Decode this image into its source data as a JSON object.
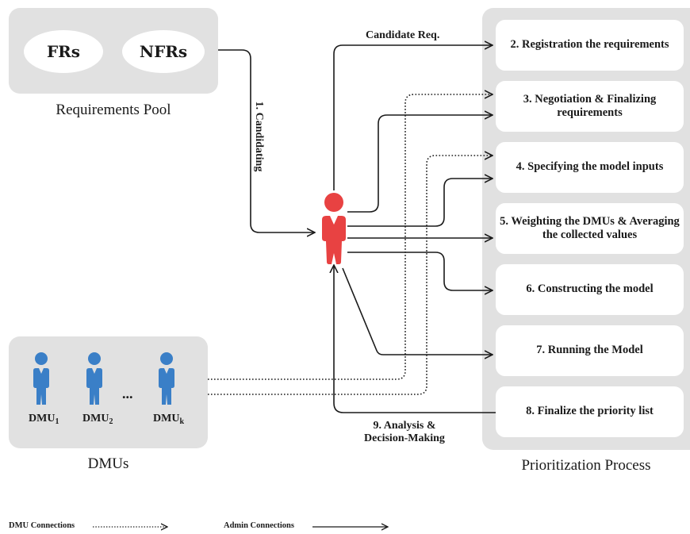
{
  "pool": {
    "items": [
      "FRs",
      "NFRs"
    ],
    "caption": "Requirements Pool"
  },
  "dmus": {
    "users": [
      "DMU",
      "DMU",
      "DMU"
    ],
    "subs": [
      "1",
      "2",
      "k"
    ],
    "ellipsis": "...",
    "caption": "DMUs"
  },
  "process": {
    "caption": "Prioritization Process",
    "steps": [
      "2. Registration the requirements",
      "3. Negotiation & Finalizing requirements",
      "4. Specifying the model inputs",
      "5. Weighting the DMUs & Averaging the collected values",
      "6. Constructing the model",
      "7. Running the Model",
      "8. Finalize the priority list"
    ]
  },
  "labels": {
    "candidating": "1. Candidating",
    "candidate_req": "Candidate Req.",
    "analysis": "9. Analysis & Decision-Making"
  },
  "legend": {
    "dmu": "DMU Connections",
    "admin": "Admin Connections"
  },
  "colors": {
    "admin": "#e84242",
    "dmu": "#3a7fc7",
    "panel": "#e1e1e1",
    "lines": "#1a1a1a"
  }
}
